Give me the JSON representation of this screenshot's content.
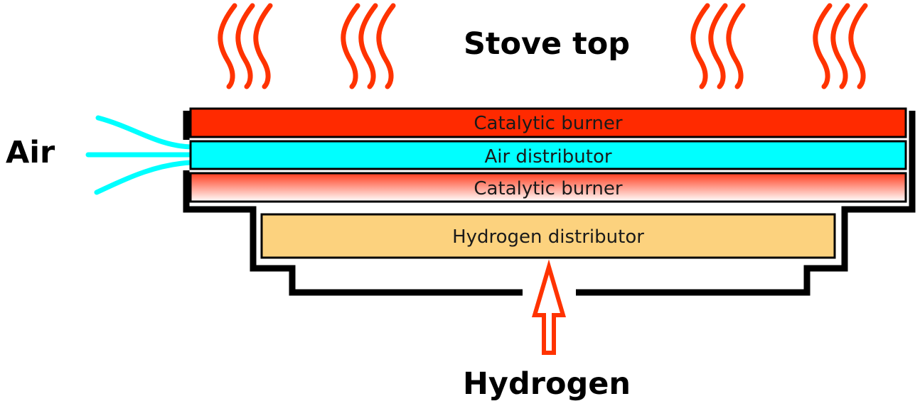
{
  "labels": {
    "stove_top": "Stove top",
    "air": "Air",
    "hydrogen": "Hydrogen"
  },
  "layers": {
    "top_burner": "Catalytic burner",
    "air_distributor": "Air distributor",
    "bottom_burner": "Catalytic burner",
    "hydrogen_distributor": "Hydrogen distributor"
  },
  "colors": {
    "burner_red": "#ff2a00",
    "air_cyan": "#00ffff",
    "hydrogen_tan": "#fcd27e",
    "heat_waves": "#ff3300",
    "hydrogen_arrow": "#ff3300",
    "housing": "#000000"
  },
  "icons": {
    "heat": "heat-wave-icon",
    "air_flow": "air-flow-icon",
    "hydrogen_flow": "up-arrow-icon"
  }
}
